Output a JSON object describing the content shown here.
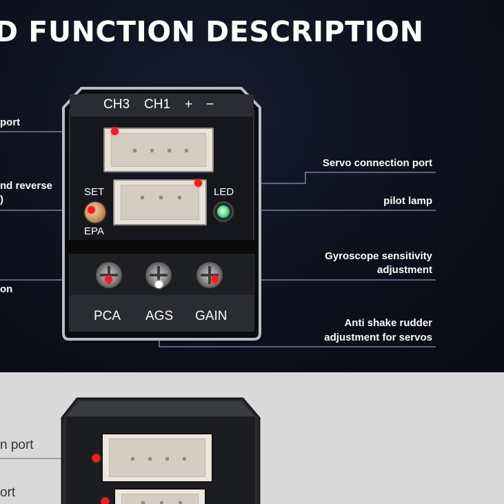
{
  "title": "D FUNCTION DESCRIPTION",
  "board": {
    "header_labels": [
      "CH3",
      "CH1",
      "+",
      "−"
    ],
    "set_label": "SET",
    "epa_label": "EPA",
    "led_label": "LED",
    "knob_labels": [
      "PCA",
      "AGS",
      "GAIN"
    ]
  },
  "left_labels": {
    "port": "port",
    "reverse_line1": "nd reverse",
    "reverse_line2": ")",
    "on": "on"
  },
  "right_labels": {
    "servo_port": "Servo connection port",
    "pilot_lamp": "pilot lamp",
    "gyro_line1": "Gyroscope sensitivity",
    "gyro_line2": "adjustment",
    "anti_line1": "Anti shake rudder",
    "anti_line2": "adjustment for servos"
  },
  "bottom_labels": {
    "port1": "n port",
    "port2": "ort"
  },
  "colors": {
    "dark_bg": "#0d0f1c",
    "light_bg": "#d9d9d9",
    "marker_red": "#ff1a1a",
    "led_green": "#22c55e"
  }
}
